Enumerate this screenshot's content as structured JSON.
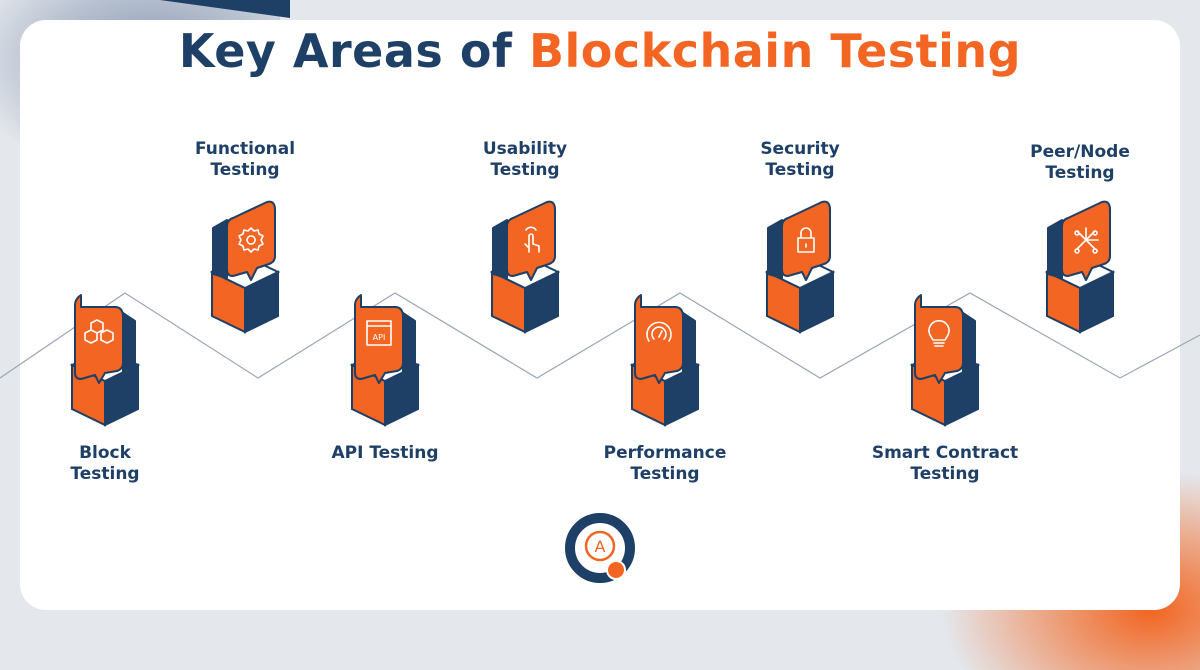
{
  "title": {
    "prefix": "Key Areas of",
    "highlight": "Blockchain Testing"
  },
  "colors": {
    "navy": "#1e3f66",
    "orange": "#f26522",
    "line": "#9aa6b8"
  },
  "items": [
    {
      "label": "Block\nTesting",
      "icon": "cubes-icon"
    },
    {
      "label": "Functional\nTesting",
      "icon": "gear-icon"
    },
    {
      "label": "API Testing",
      "icon": "api-icon"
    },
    {
      "label": "Usability\nTesting",
      "icon": "hand-pointer-icon"
    },
    {
      "label": "Performance\nTesting",
      "icon": "gauge-icon"
    },
    {
      "label": "Security\nTesting",
      "icon": "lock-icon"
    },
    {
      "label": "Smart Contract\nTesting",
      "icon": "brain-bulb-icon"
    },
    {
      "label": "Peer/Node\nTesting",
      "icon": "network-nodes-icon"
    }
  ]
}
